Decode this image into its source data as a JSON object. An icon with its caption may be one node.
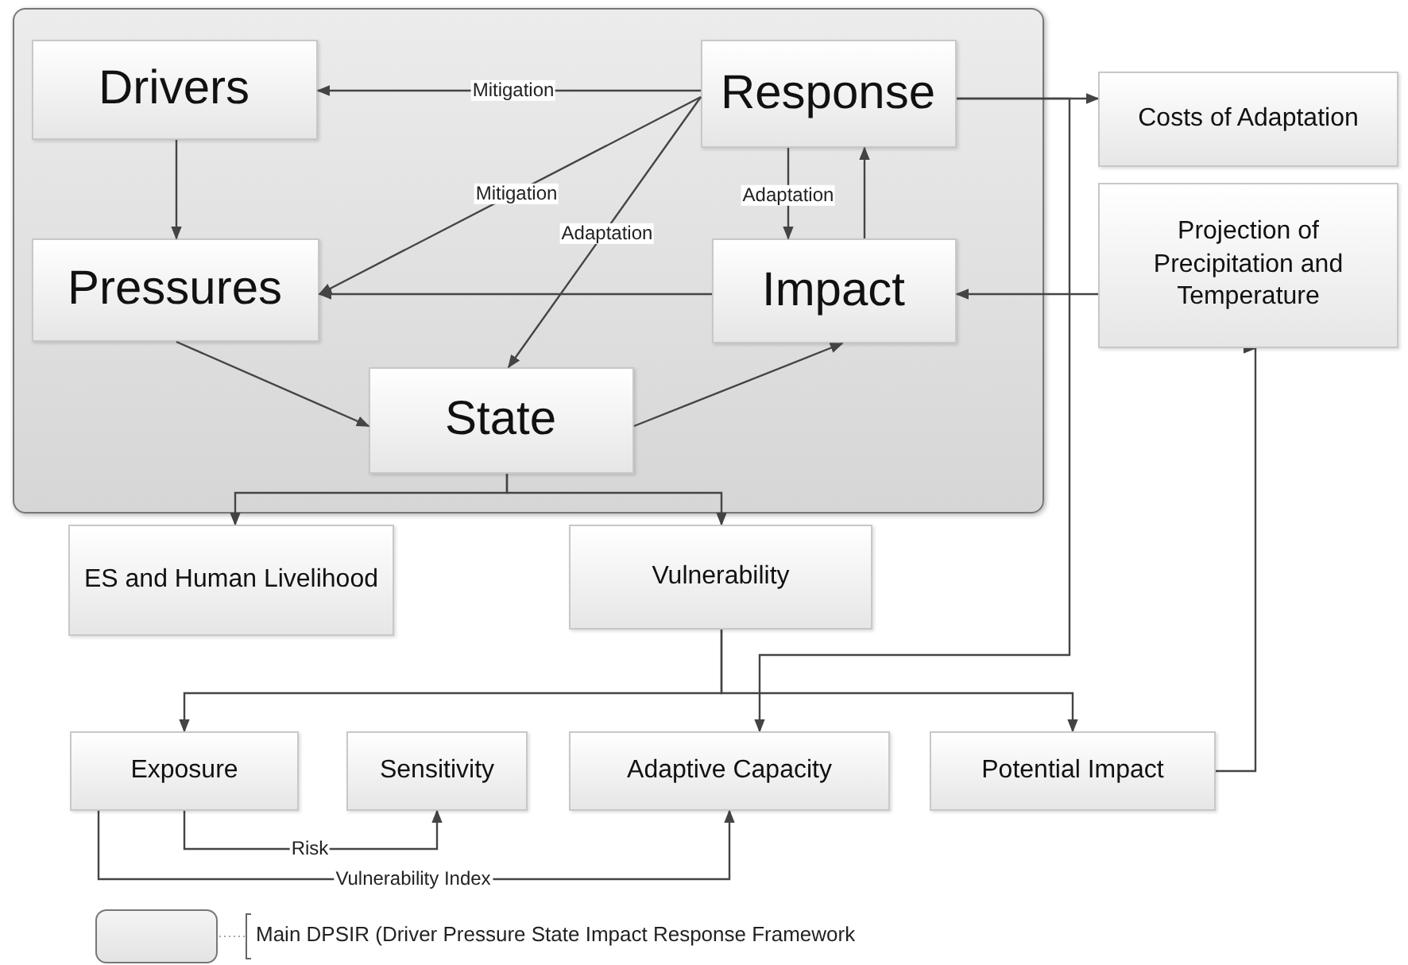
{
  "diagram": {
    "nodes": [
      {
        "text": [],
        "shape": "box"
      },
      {
        "text": [
          "Drivers"
        ],
        "in": 0
      },
      {
        "text": [
          "Response"
        ],
        "in": 0
      },
      {
        "text": [
          "Pressures"
        ],
        "in": 0
      },
      {
        "text": [
          "Impact"
        ],
        "in": 0
      },
      {
        "text": [
          "State"
        ],
        "in": 0
      },
      {
        "text": [
          "Costs of Adaptation"
        ]
      },
      {
        "text": [
          "Projection of Precipitation and Temperature"
        ]
      },
      {
        "text": [
          "ES and Human Livelihood"
        ]
      },
      {
        "text": [
          "Vulnerability"
        ]
      },
      {
        "text": [
          "Exposure"
        ]
      },
      {
        "text": [
          "Sensitivity"
        ]
      },
      {
        "text": [
          "Adaptive Capacity"
        ]
      },
      {
        "text": [
          "Potential Impact"
        ]
      }
    ],
    "edges": [
      {
        "from": 2,
        "to": 1,
        "arrow": "to",
        "label": "Mitigation"
      },
      {
        "from": 2,
        "to": 3,
        "arrow": "to",
        "label": "Mitigation"
      },
      {
        "from": 2,
        "to": 5,
        "arrow": "to",
        "label": "Adaptation"
      },
      {
        "from": 2,
        "to": 4,
        "arrow": "to",
        "label": "Adaptation"
      },
      {
        "from": 4,
        "to": 2,
        "arrow": "to"
      },
      {
        "from": 1,
        "to": 3,
        "arrow": "to"
      },
      {
        "from": 4,
        "to": 3,
        "arrow": "to"
      },
      {
        "from": 3,
        "to": 5,
        "arrow": "to"
      },
      {
        "from": 5,
        "to": 4,
        "arrow": "to"
      },
      {
        "from": 2,
        "to": 6,
        "arrow": "to"
      },
      {
        "from": 7,
        "to": 4,
        "arrow": "to"
      },
      {
        "from": 5,
        "to": 8,
        "arrow": "to"
      },
      {
        "from": 5,
        "to": 9,
        "arrow": "to"
      },
      {
        "from": 9,
        "to": 10,
        "arrow": "to"
      },
      {
        "from": 9,
        "to": 13,
        "arrow": "to"
      },
      {
        "from": 2,
        "to": 12,
        "arrow": "to"
      },
      {
        "from": 13,
        "to": 7,
        "arrow": "to"
      },
      {
        "from": 10,
        "to": 11,
        "arrow": "to",
        "label": "Risk"
      },
      {
        "from": 10,
        "to": 12,
        "arrow": "to",
        "label": "Vulnerability Index"
      }
    ],
    "legend": [
      {
        "text": "Main DPSIR (Driver Pressure State Impact Response Framework",
        "color": "#e3e3e3"
      }
    ]
  }
}
